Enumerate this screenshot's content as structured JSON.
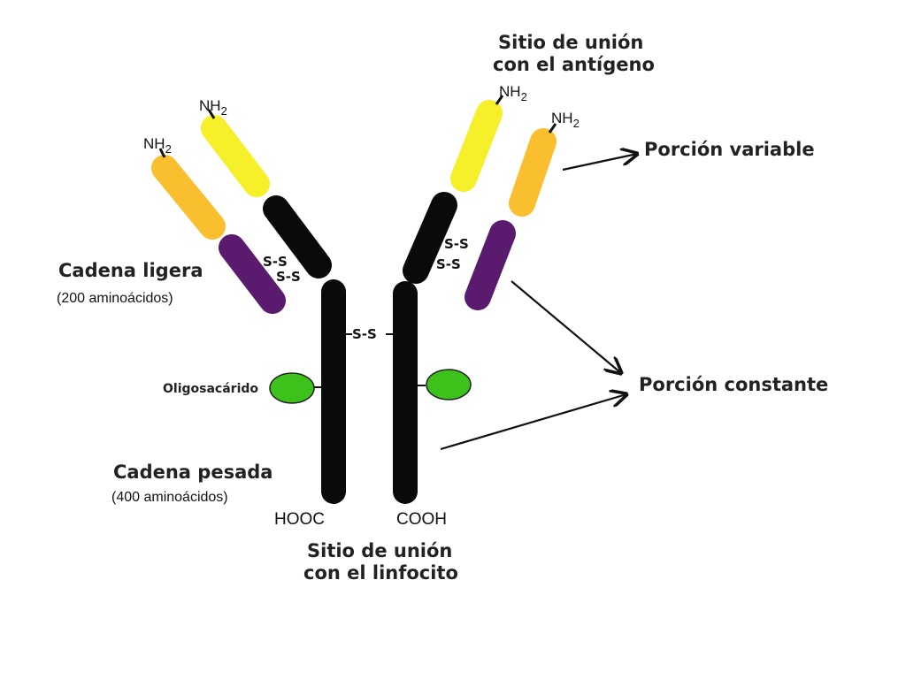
{
  "labels": {
    "antigen_site_line1": "Sitio de unión",
    "antigen_site_line2": "con el antígeno",
    "variable_portion": "Porción variable",
    "constant_portion": "Porción constante",
    "light_chain": "Cadena ligera",
    "light_chain_aa": "(200 aminoácidos)",
    "heavy_chain": "Cadena pesada",
    "heavy_chain_aa": "(400 aminoácidos)",
    "oligosaccharide": "Oligosacárido",
    "lymphocyte_site_line1": "Sitio de unión",
    "lymphocyte_site_line2": "con el linfocito",
    "hooc": "HOOC",
    "cooh": "COOH",
    "nh2_base": "NH",
    "nh2_sub": "2",
    "disulfide": "S-S"
  },
  "colors": {
    "heavy_variable": "#f5f02a",
    "light_variable": "#f9bf2e",
    "light_constant": "#5a1a6e",
    "heavy_constant": "#0a0a0a",
    "oligosaccharide": "#3cc21a",
    "text": "#222222",
    "arrow": "#111111"
  }
}
